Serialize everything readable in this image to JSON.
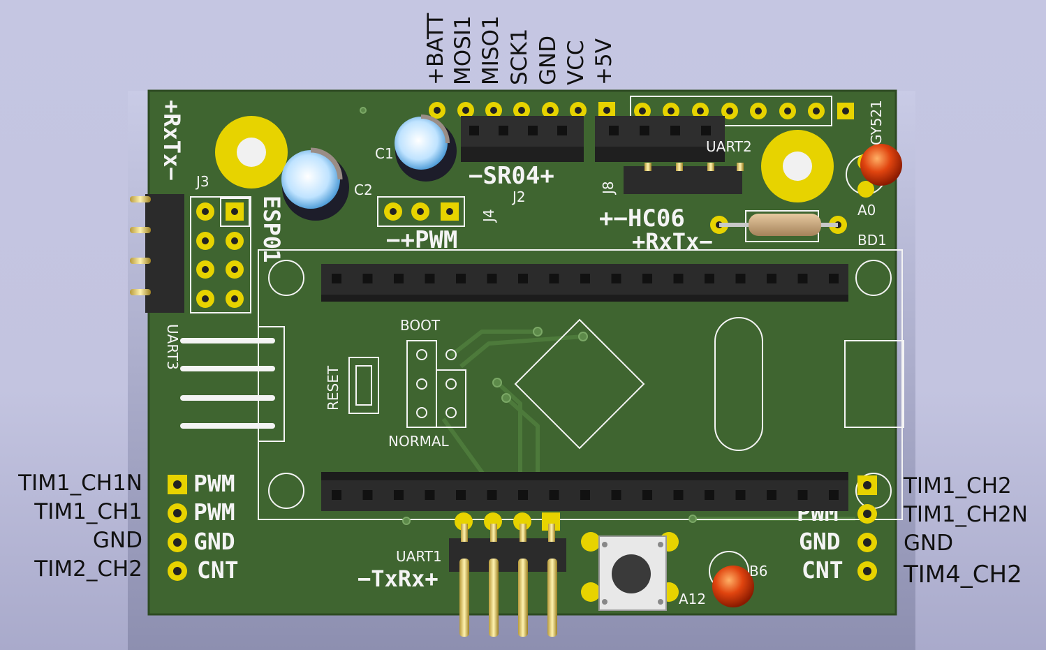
{
  "top_labels": [
    "+BATT",
    "MOSI1",
    "MISO1",
    "SCK1",
    "GND",
    "VCC",
    "+5V"
  ],
  "left_labels": [
    "TIM1_CH1N",
    "TIM1_CH1",
    "GND",
    "TIM2_CH2"
  ],
  "right_labels": [
    "TIM1_CH2",
    "TIM1_CH2N",
    "GND",
    "TIM4_CH2"
  ],
  "silkscreen": {
    "rxtx_vertical": "+RxTx−",
    "j3": "J3",
    "esp01": "ESP01",
    "c1": "C1",
    "c2": "C2",
    "j4": "J4",
    "pwm_header": "−+PWM",
    "sr04": "−SR04+",
    "j2": "J2",
    "j8": "J8",
    "uart2": "UART2",
    "hc06": "+−HC06",
    "rxtx_hc06": "+RxTx−",
    "gy521": "GY521",
    "a0": "A0",
    "bd1": "BD1",
    "uart3": "UART3",
    "boot": "BOOT",
    "reset": "RESET",
    "normal": "NORMAL",
    "left_pins": [
      "PWM",
      "PWM",
      "GND",
      "CNT"
    ],
    "right_pins": [
      "PWM",
      "GND",
      "CNT"
    ],
    "uart1": "UART1",
    "txrx": "−TxRx+",
    "b6": "B6",
    "a12": "A12"
  },
  "colors": {
    "pcb": "#3f6530",
    "pad": "#e7d300",
    "silk": "#f4f4f4",
    "header": "#2b2b2b",
    "led": "#d23a0a"
  }
}
